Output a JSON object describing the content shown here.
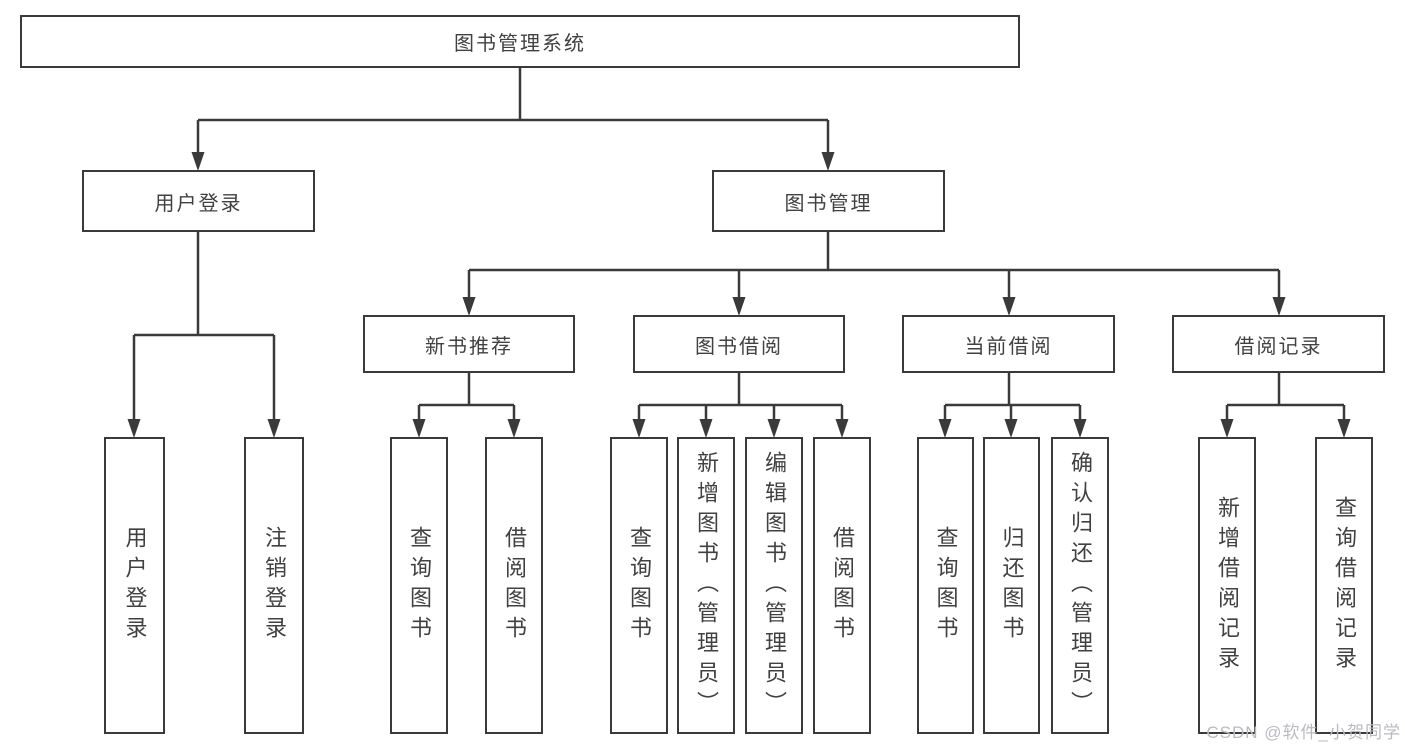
{
  "diagram": {
    "root": "图书管理系统",
    "level2": [
      {
        "label": "用户登录"
      },
      {
        "label": "图书管理"
      }
    ],
    "level3": [
      {
        "label": "新书推荐"
      },
      {
        "label": "图书借阅"
      },
      {
        "label": "当前借阅"
      },
      {
        "label": "借阅记录"
      }
    ],
    "leaves": {
      "user_login": [
        "用户登录",
        "注销登录"
      ],
      "new_book_recommend": [
        "查询图书",
        "借阅图书"
      ],
      "book_borrow": [
        "查询图书",
        "新增图书（管理员）",
        "编辑图书（管理员）",
        "借阅图书"
      ],
      "current_borrow": [
        "查询图书",
        "归还图书",
        "确认归还（管理员）"
      ],
      "borrow_records": [
        "新增借阅记录",
        "查询借阅记录"
      ]
    }
  },
  "watermark": "CSDN @软件_小贺同学",
  "colors": {
    "line": "#3a3a3a",
    "text": "#414141",
    "watermark": "#b9bbc0",
    "background": "#ffffff"
  }
}
